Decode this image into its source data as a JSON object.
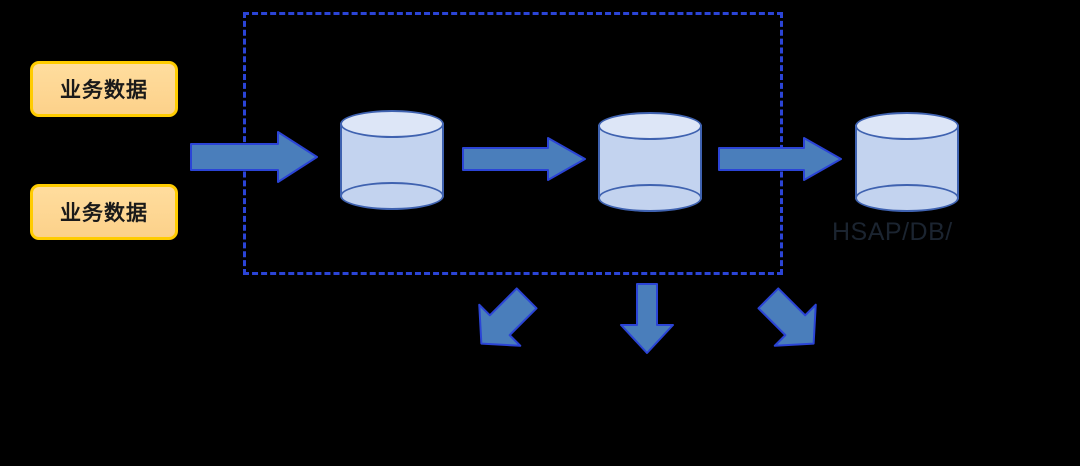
{
  "diagram": {
    "title": "data pipeline diagram",
    "background_color": "#000000",
    "source_boxes": [
      {
        "label": "业务数据",
        "fill": "#fcd18a",
        "border": "#ffcc00"
      },
      {
        "label": "业务数据",
        "fill": "#fcd18a",
        "border": "#ffcc00"
      }
    ],
    "databases": [
      {
        "name": "database-cylinder-1",
        "label": "",
        "fill": "#c3d3ef",
        "border": "#3f62b0"
      },
      {
        "name": "database-cylinder-2",
        "label": "",
        "fill": "#c3d3ef",
        "border": "#3f62b0"
      },
      {
        "name": "database-cylinder-3",
        "label": "HSAP/DB/",
        "fill": "#c3d3ef",
        "border": "#3f62b0"
      }
    ],
    "labels": {
      "target_db": "HSAP/DB/"
    },
    "arrows": {
      "flow_color": "#4a7ebb",
      "flow_border": "#2b44d6",
      "horizontal_count": 3,
      "outbound_count": 3,
      "outbound_directions": [
        "down-right",
        "down",
        "down-left"
      ]
    },
    "group": {
      "name": "dashed-boundary",
      "style": "dashed",
      "color": "#2b44d6"
    }
  }
}
